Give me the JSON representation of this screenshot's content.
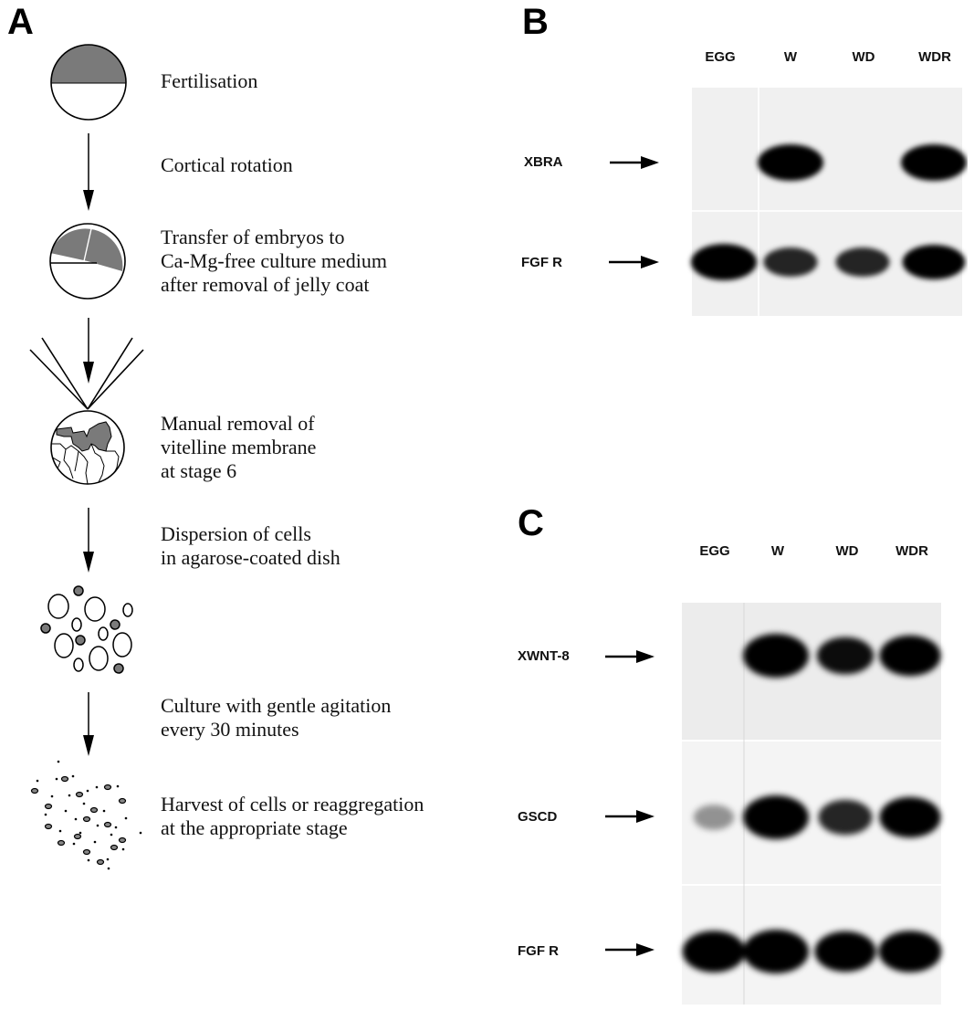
{
  "panels": {
    "A": {
      "letter": "A",
      "steps": [
        {
          "lines": [
            "Fertilisation"
          ],
          "icon": "fertilised-egg-icon"
        },
        {
          "lines": [
            "Cortical rotation"
          ],
          "icon": "arrow-down-icon"
        },
        {
          "lines": [
            "Transfer of embryos to",
            "Ca-Mg-free culture medium",
            "after removal of jelly coat"
          ],
          "icon": "rotated-embryo-icon"
        },
        {
          "lines": [
            "Manual removal of",
            "vitelline membrane",
            "at stage 6"
          ],
          "icon": "stage6-embryo-forceps-icon"
        },
        {
          "lines": [
            "Dispersion of cells",
            "in agarose-coated dish"
          ],
          "icon": "dispersed-cells-icon"
        },
        {
          "lines": [
            "Culture with gentle agitation",
            "every 30 minutes"
          ],
          "icon": "arrow-down-icon"
        },
        {
          "lines": [
            "Harvest of cells or reaggregation",
            "at the appropriate stage"
          ],
          "icon": "harvested-cells-icon"
        }
      ],
      "colors": {
        "yolk_grey": "#7a7a7a",
        "line": "#000000"
      }
    },
    "B": {
      "letter": "B",
      "lanes": [
        "EGG",
        "W",
        "WD",
        "WDR"
      ],
      "probes": [
        {
          "name": "XBRA",
          "signal": [
            0,
            1,
            0,
            1
          ]
        },
        {
          "name": "FGF R",
          "signal": [
            1,
            0.6,
            0.6,
            0.9
          ]
        }
      ]
    },
    "C": {
      "letter": "C",
      "lanes": [
        "EGG",
        "W",
        "WD",
        "WDR"
      ],
      "probes": [
        {
          "name": "XWNT-8",
          "signal": [
            0,
            1,
            0.7,
            0.85
          ]
        },
        {
          "name": "GSCD",
          "signal": [
            0.15,
            1,
            0.6,
            0.85
          ]
        },
        {
          "name": "FGF R",
          "signal": [
            0.9,
            1,
            0.85,
            0.9
          ]
        }
      ]
    }
  }
}
